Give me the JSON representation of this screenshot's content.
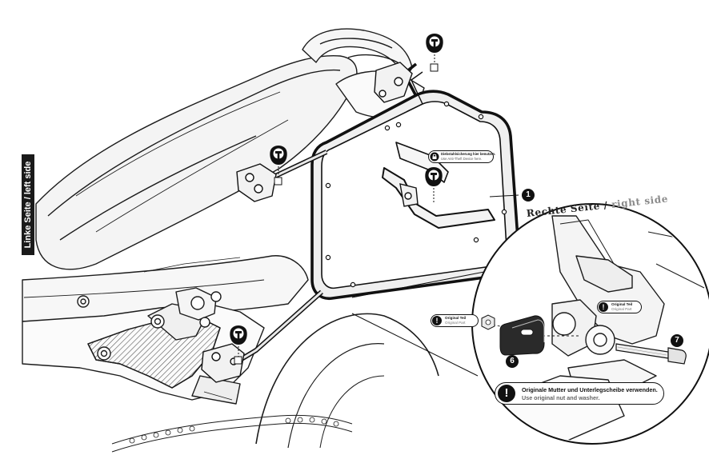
{
  "left_side_tab": "Linke Seite / left side",
  "right_side_label": {
    "de": "Rechte Seite",
    "separator": " / ",
    "en": "right side"
  },
  "parts": {
    "holder": "1",
    "spacer": "6",
    "bolt": "7"
  },
  "anti_theft_hint": {
    "line1": "Diebstahlsicherung hier benutzen.",
    "line2": "Use Anti-Theft Device here."
  },
  "original_part_left": {
    "line1": "Original Teil",
    "line2": "Original Part"
  },
  "original_part_right": {
    "line1": "Original Teil",
    "line2": "Original Part"
  },
  "notice": {
    "line1": "Originale Mutter und Unterlegscheibe verwenden.",
    "line2": "Use original nut and washer."
  },
  "icons": [
    "warning-icon",
    "screw-icon",
    "nut-icon",
    "spacer-icon",
    "bolt-icon"
  ]
}
